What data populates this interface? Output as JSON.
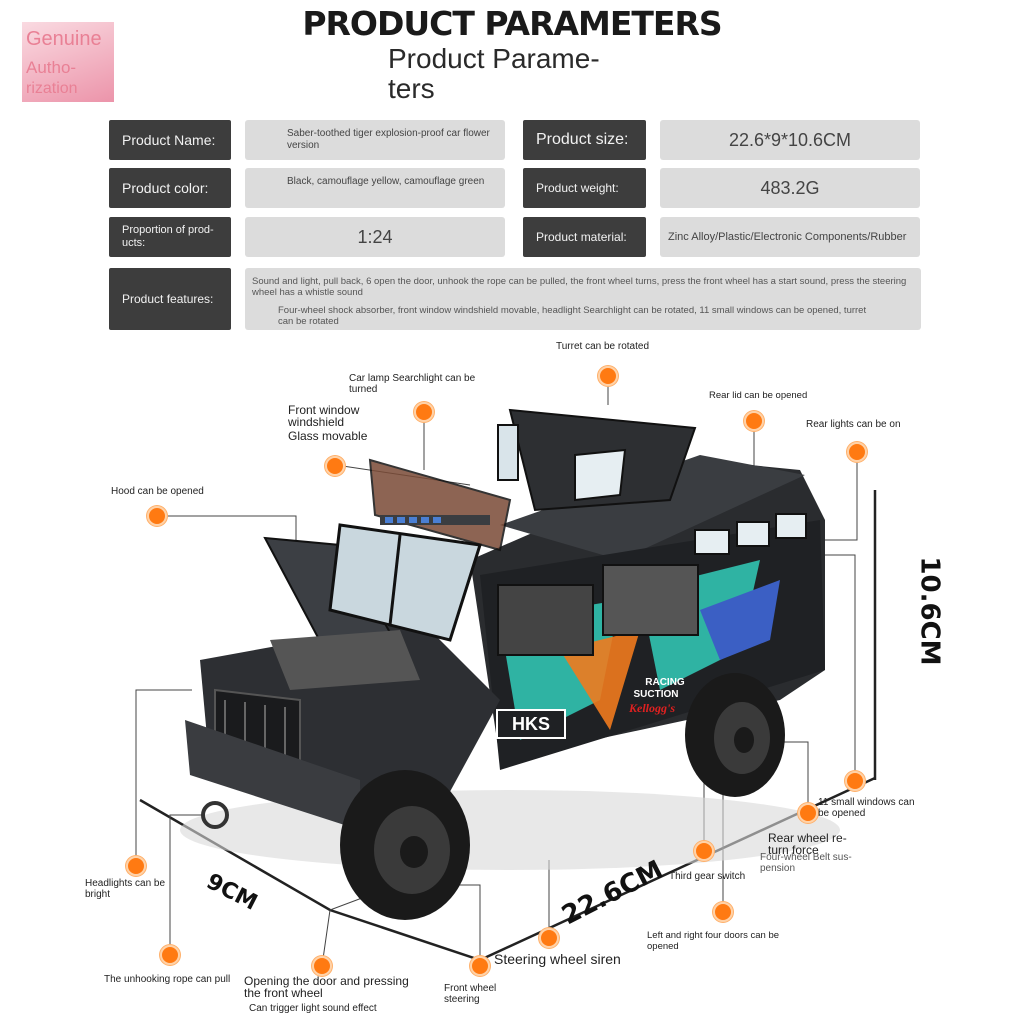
{
  "stamp": {
    "line1": "Genuine",
    "line2": "Autho-",
    "line3": "rization"
  },
  "header": {
    "title": "PRODUCT PARAMETERS",
    "subtitle_line1": "Product Parame-",
    "subtitle_line2": "ters"
  },
  "specs": {
    "name_label": "Product Name:",
    "name_value": "Saber-toothed tiger explosion-proof car flower version",
    "size_label": "Product size:",
    "size_value": "22.6*9*10.6CM",
    "color_label": "Product color:",
    "color_value": "Black, camouflage yellow, camouflage green",
    "weight_label": "Product weight:",
    "weight_value": "483.2G",
    "proportion_label": "Proportion of prod-ucts:",
    "proportion_value": "1:24",
    "material_label": "Product material:",
    "material_value": "Zinc Alloy/Plastic/Electronic Components/Rubber",
    "features_label": "Product features:",
    "features_line1": "Sound and light, pull back, 6 open the door, unhook the rope can be pulled, the front wheel turns, press the front wheel has a start sound, press the steering wheel has a whistle sound",
    "features_line2": "Four-wheel shock absorber, front window windshield movable, headlight Searchlight can be rotated, 11 small windows can be opened, turret can be rotated"
  },
  "callouts": {
    "turret": "Turret can be rotated",
    "searchlight_1": "Car lamp Searchlight can be",
    "searchlight_2": "turned",
    "rear_lid": "Rear lid can be opened",
    "windshield_1": "Front window",
    "windshield_2": "windshield",
    "windshield_3": "Glass movable",
    "rear_lights": "Rear lights can be on",
    "hood": "Hood can be opened",
    "windows_1": "11 small windows can",
    "windows_2": "be opened",
    "rear_wheel_1": "Rear wheel re-",
    "rear_wheel_2": "turn force",
    "suspension_1": "Four-wheel Belt sus-",
    "suspension_2": "pension",
    "headlights_1": "Headlights can be",
    "headlights_2": "bright",
    "gear": "Third gear switch",
    "doors_1": "Left and right four doors can be",
    "doors_2": "opened",
    "siren": "Steering wheel siren",
    "rope": "The unhooking rope can pull",
    "door_press_1": "Opening the door and pressing",
    "door_press_2": "the front wheel",
    "door_press_3": "Can trigger light sound effect",
    "steering_1": "Front wheel",
    "steering_2": "steering"
  },
  "dimensions": {
    "width": "9CM",
    "length": "22.6CM",
    "height": "10.6CM"
  },
  "vehicle_decals": {
    "brand": "HKS",
    "text1": "RACING",
    "text2": "SUCTION",
    "text3": "Kellogg's"
  },
  "colors": {
    "accent_dot": "#ff7a12",
    "label_bg": "#3d3d3d",
    "value_bg": "#dcdcdc",
    "camo_teal": "#2fb3a3"
  }
}
